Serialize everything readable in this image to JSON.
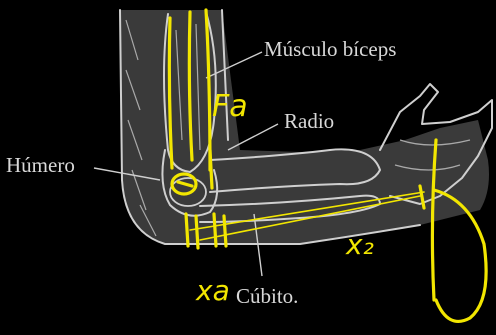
{
  "labels": {
    "biceps": "Músculo bíceps",
    "radio": "Radio",
    "humero": "Húmero",
    "cubito": "Cúbito."
  },
  "annotations": {
    "fa": "Fa",
    "xa": "xa",
    "x2": "x₂"
  },
  "colors": {
    "background": "#000000",
    "drawing": "#cfcfcf",
    "annotation": "#f2e600"
  }
}
